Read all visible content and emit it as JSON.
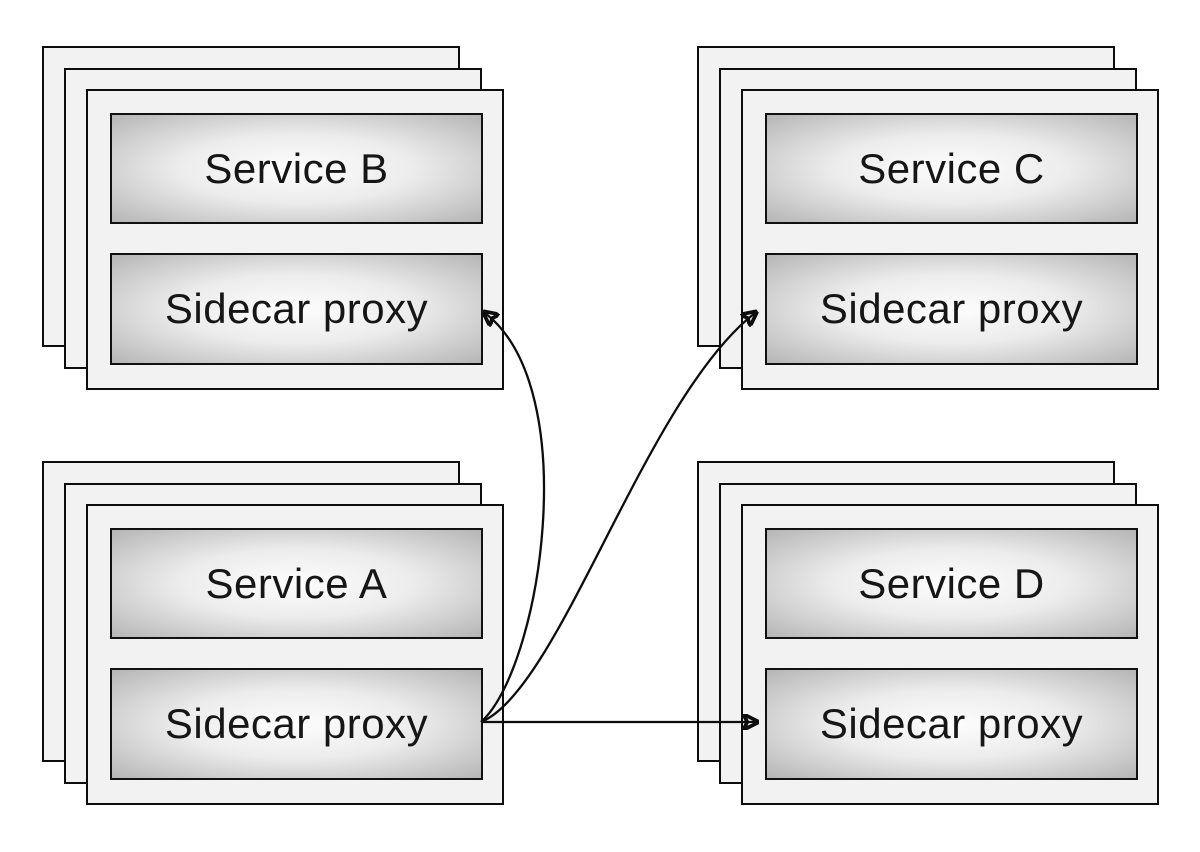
{
  "diagram": {
    "description": "Service mesh topology: each service instance stack contains a service and a sidecar proxy; Service A's sidecar proxy routes traffic to the sidecar proxies of Services B, C and D",
    "colors": {
      "background": "#ffffff",
      "card_fill": "#f2f2f2",
      "outline": "#0d0d0d",
      "box_gradient_center": "#fdfdfd",
      "box_gradient_edge": "#b5b5b5",
      "text": "#161616"
    },
    "groups": {
      "b": {
        "service_label": "Service B",
        "proxy_label": "Sidecar proxy",
        "position": "top-left",
        "stacked_instances": 3
      },
      "c": {
        "service_label": "Service C",
        "proxy_label": "Sidecar proxy",
        "position": "top-right",
        "stacked_instances": 3
      },
      "a": {
        "service_label": "Service A",
        "proxy_label": "Sidecar proxy",
        "position": "bottom-left",
        "stacked_instances": 3
      },
      "d": {
        "service_label": "Service D",
        "proxy_label": "Sidecar proxy",
        "position": "bottom-right",
        "stacked_instances": 3
      }
    },
    "connections": [
      {
        "from": "service-a-sidecar-proxy",
        "to": "service-b-sidecar-proxy",
        "style": "curved"
      },
      {
        "from": "service-a-sidecar-proxy",
        "to": "service-c-sidecar-proxy",
        "style": "curved"
      },
      {
        "from": "service-a-sidecar-proxy",
        "to": "service-d-sidecar-proxy",
        "style": "straight"
      }
    ]
  }
}
